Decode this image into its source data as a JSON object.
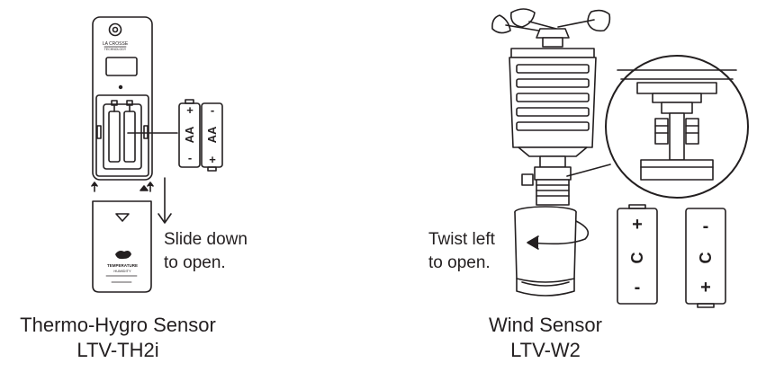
{
  "left_device": {
    "title_line1": "Thermo-Hygro Sensor",
    "title_line2": "LTV-TH2i",
    "instruction_line1": "Slide down",
    "instruction_line2": "to open.",
    "battery_1_label": "AA",
    "battery_2_label": "AA",
    "battery_plus": "+",
    "battery_minus": "-",
    "logo_text": "LA CROSSE",
    "logo_subtext": "TECHNOLOGY",
    "cover_text_1": "TEMPERATURE",
    "cover_text_2": "HUMIDITY"
  },
  "right_device": {
    "title_line1": "Wind Sensor",
    "title_line2": "LTV-W2",
    "instruction_line1": "Twist left",
    "instruction_line2": "to open.",
    "battery_1_label": "C",
    "battery_2_label": "C",
    "battery_plus": "+",
    "battery_minus": "-"
  },
  "colors": {
    "line": "#231f20",
    "fill": "#ffffff",
    "dark": "#231f20"
  }
}
